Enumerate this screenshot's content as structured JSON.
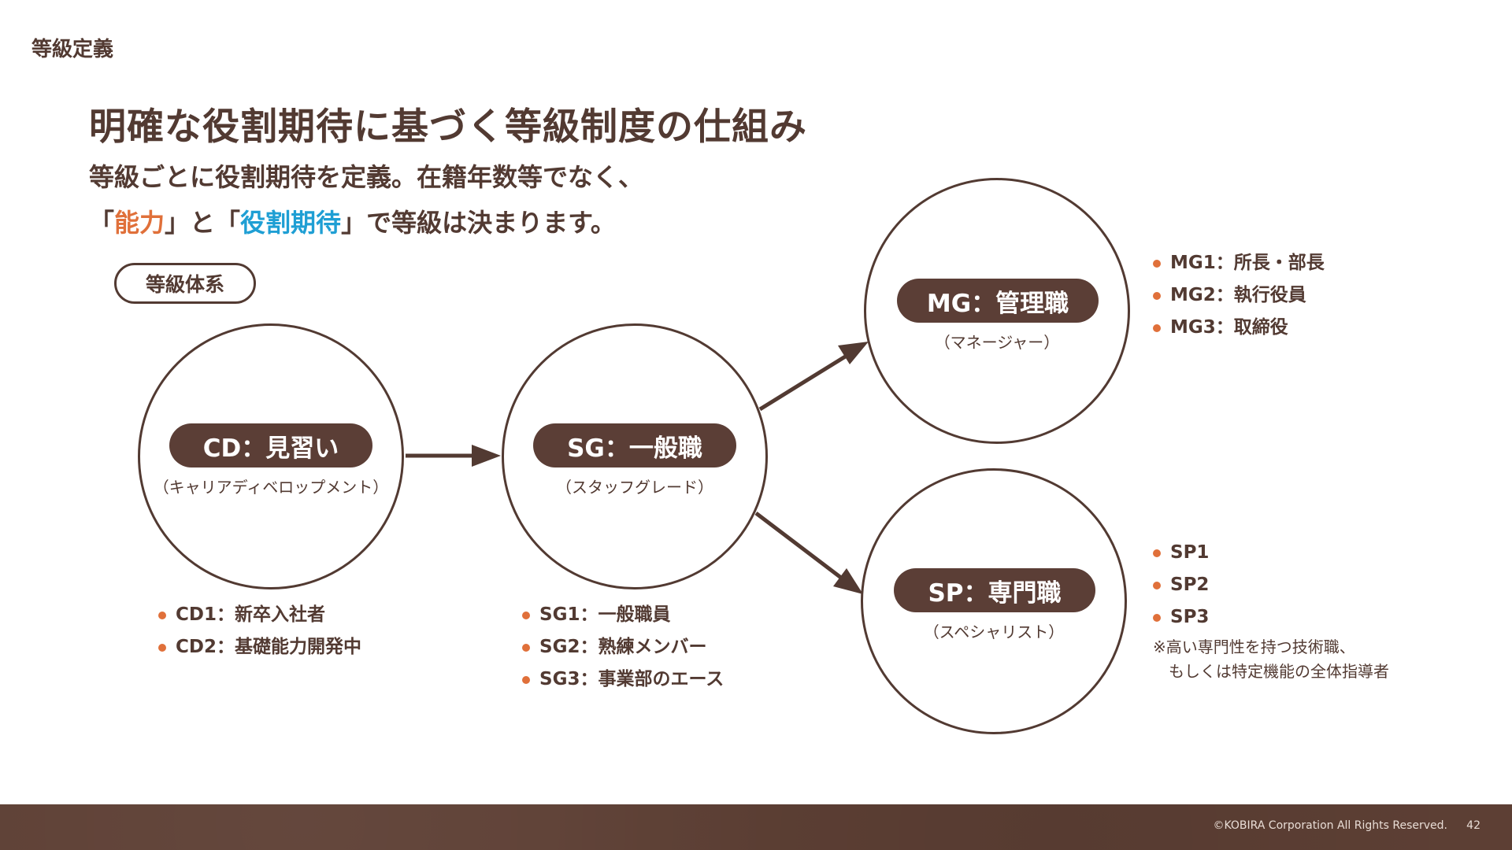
{
  "header": {
    "section": "等級定義",
    "title": "明確な役割期待に基づく等級制度の仕組み",
    "subtitle_line1": "等級ごとに役割期待を定義。在籍年数等でなく、",
    "subtitle_line2": {
      "open1": "「",
      "ability": "能力",
      "close1": "」と「",
      "role": "役割期待",
      "close2": "」で等級は決まります。"
    }
  },
  "system_label": "等級体系",
  "grades": {
    "cd": {
      "name": "CD：見習い",
      "sub": "（キャリアディベロップメント）",
      "items": [
        "CD1：新卒入社者",
        "CD2：基礎能力開発中"
      ]
    },
    "sg": {
      "name": "SG：一般職",
      "sub": "（スタッフグレード）",
      "items": [
        "SG1：一般職員",
        "SG2：熟練メンバー",
        "SG3：事業部のエース"
      ]
    },
    "mg": {
      "name": "MG：管理職",
      "sub": "（マネージャー）",
      "items": [
        "MG1：所長・部長",
        "MG2：執行役員",
        "MG3：取締役"
      ]
    },
    "sp": {
      "name": "SP：専門職",
      "sub": "（スペシャリスト）",
      "items": [
        "SP1",
        "SP2",
        "SP3"
      ],
      "note_line1": "※高い専門性を持つ技術職、",
      "note_line2": "もしくは特定機能の全体指導者"
    }
  },
  "colors": {
    "brown": "#523a32",
    "pill": "#5b3e36",
    "orange": "#e0703a",
    "blue": "#1f9fd4"
  },
  "footer": {
    "copyright": "©KOBIRA Corporation All Rights Reserved.",
    "page": "42"
  }
}
